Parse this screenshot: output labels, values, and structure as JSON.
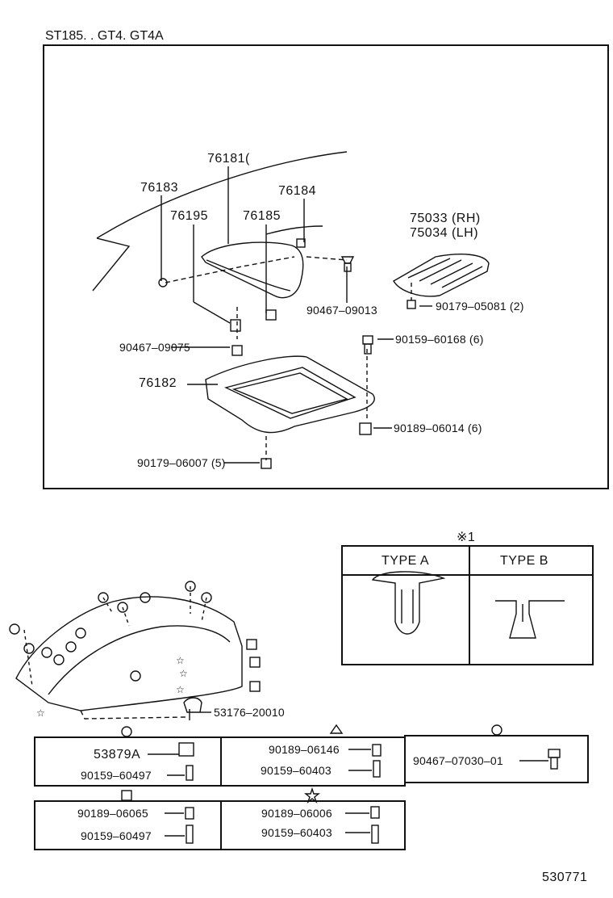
{
  "header": {
    "title": "ST185. . GT4. GT4A"
  },
  "upper_parts": {
    "p76181": "76181(",
    "p76183": "76183",
    "p76184": "76184",
    "p76195": "76195",
    "p76185": "76185",
    "p75033": "75033 (RH)",
    "p75034": "75034 (LH)",
    "p90467_09013": "90467–09013",
    "p90179_05081": "90179–05081 (2)",
    "p90467_09075": "90467–09075",
    "p90159_60168": "90159–60168 (6)",
    "p76182": "76182",
    "p90189_06014": "90189–06014 (6)",
    "p90179_06007": "90179–06007 (5)"
  },
  "clip_types": {
    "marker": "※1",
    "type_a": "TYPE  A",
    "type_b": "TYPE  B"
  },
  "fender": {
    "p53176": "53176–20010"
  },
  "legend": {
    "circle_bar": {
      "a": "53879A",
      "b": "90159–60497"
    },
    "triangle": {
      "a": "90189–06146",
      "b": "90159–60403"
    },
    "spiral": {
      "a": "90467–07030–01"
    },
    "square": {
      "a": "90189–06065",
      "b": "90159–60497"
    },
    "star": {
      "a": "90189–06006",
      "b": "90159–60403"
    }
  },
  "footer": {
    "diagram_no": "530771"
  }
}
